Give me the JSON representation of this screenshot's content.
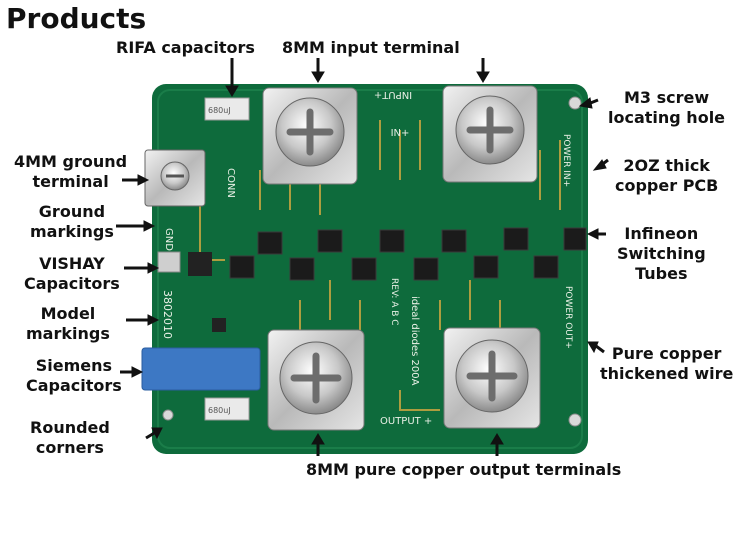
{
  "title": "Products",
  "labels": {
    "rifa": "RIFA capacitors",
    "input_terminal": "8MM input terminal",
    "m3_hole": [
      "M3 screw",
      "locating hole"
    ],
    "ground_terminal": [
      "4MM ground",
      "terminal"
    ],
    "copper_pcb": [
      "2OZ thick",
      "copper PCB"
    ],
    "ground_markings": [
      "Ground",
      "markings"
    ],
    "infineon": [
      "Infineon",
      "Switching",
      "Tubes"
    ],
    "vishay": [
      "VISHAY",
      "Capacitors"
    ],
    "model": [
      "Model",
      "markings"
    ],
    "thick_wire": [
      "Pure copper",
      "thickened wire"
    ],
    "siemens": [
      "Siemens",
      "Capacitors"
    ],
    "rounded": [
      "Rounded",
      "corners"
    ],
    "output_terminals": "8MM pure copper output terminals"
  },
  "board_text": {
    "input": "INPUT+",
    "in_plus": "IN+",
    "gnd": "GND",
    "conn": "CONN",
    "power_in": "POWER IN+",
    "power_out": "POWER OUT+",
    "output": "OUTPUT +",
    "model": "3802010",
    "ideal": "ideal diodes 200A",
    "rev": "REV: A B C",
    "cap_small": "680uJ",
    "cap_bottom": "680uJ"
  }
}
